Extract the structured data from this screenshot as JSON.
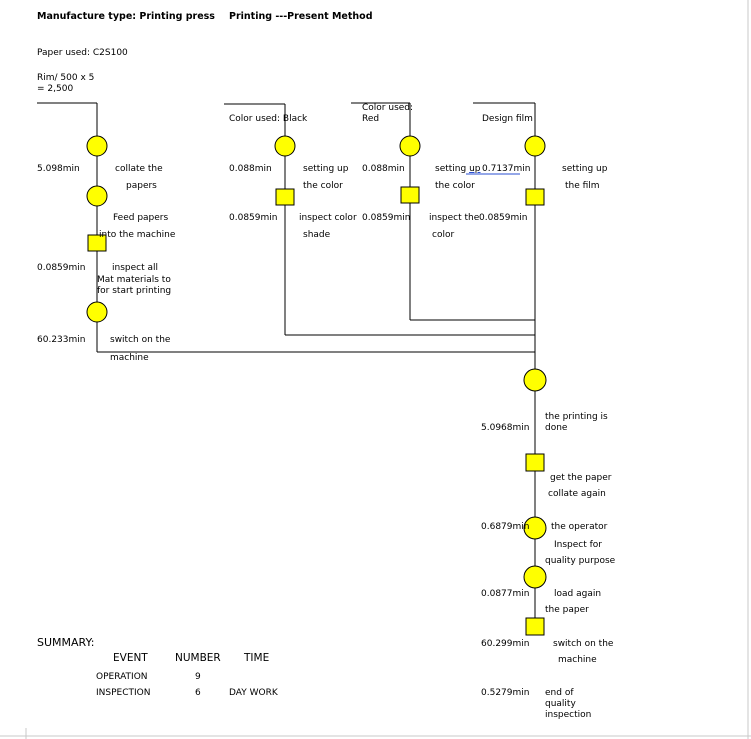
{
  "header": {
    "manufacture_type": "Manufacture type: Printing press",
    "method": "Printing ---Present Method",
    "paper_used": "Paper used: C2S100",
    "rim_line1": "Rim/ 500 x 5",
    "rim_line2": "= 2,500"
  },
  "columns": {
    "black": "Color used: Black",
    "red_line1": "Color used:",
    "red_line2": "Red",
    "design": "Design film"
  },
  "steps_left": {
    "t1": "5.098min",
    "d1a": "collate the",
    "d1b": "papers",
    "d2a": "Feed papers",
    "d2b": "into the machine",
    "t3": "0.0859min",
    "d3a": "inspect all",
    "d3b": "Mat materials to",
    "d3c": "for start printing",
    "t4": "60.233min",
    "d4a": "switch on the",
    "d4b": "machine"
  },
  "steps_black": {
    "t1": "0.088min",
    "d1a": "setting up",
    "d1b": "the color",
    "t2": "0.0859min",
    "d2a": "inspect color",
    "d2b": "shade"
  },
  "steps_red": {
    "t1": "0.088min",
    "d1a_pre": "setting ",
    "d1a_u": "up",
    "d1b": "the color",
    "t2": "0.0859min",
    "d2a": "inspect the",
    "d2b": "color"
  },
  "steps_design": {
    "t1": "0.7137min",
    "d1a": "setting up",
    "d1b": "the film",
    "t2": "0.0859min"
  },
  "steps_main": {
    "t1": "5.0968min",
    "d1a": "the printing is",
    "d1b": "done",
    "d2a": "get the paper",
    "d2b": "collate again",
    "t3": "0.6879min",
    "d3a": "the operator",
    "d3b": "Inspect for",
    "d3c": "quality purpose",
    "t4": "0.0877min",
    "d4a": "load again",
    "d4b": "the paper",
    "t5": "60.299min",
    "d5a": "switch on the",
    "d5b": "machine",
    "t6": "0.5279min",
    "d6a": "end of",
    "d6b": "quality",
    "d6c": "inspection"
  },
  "summary": {
    "title": "SUMMARY:",
    "col_event": "EVENT",
    "col_number": "NUMBER",
    "col_time": "TIME",
    "rows": [
      {
        "event": "OPERATION",
        "number": "9",
        "time": ""
      },
      {
        "event": "INSPECTION",
        "number": "6",
        "time": "DAY WORK"
      }
    ]
  },
  "symbols": {
    "operation_color": "#ffff00",
    "inspection_color": "#ffff00",
    "line_color": "#000000"
  }
}
